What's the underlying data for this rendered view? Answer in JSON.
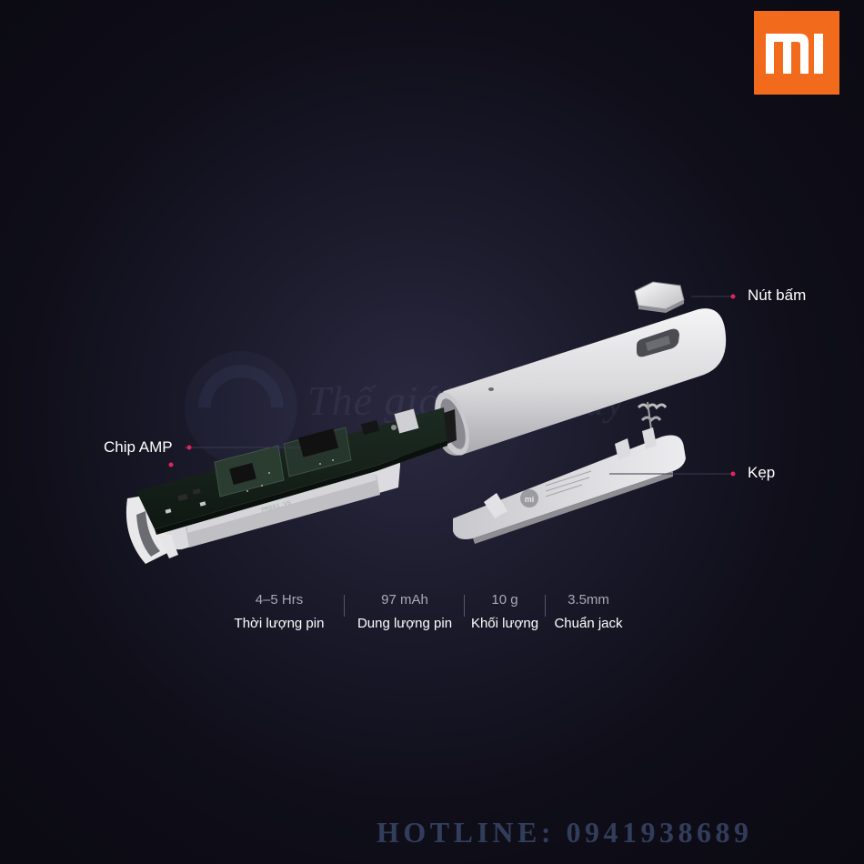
{
  "logo": {
    "text": "MI",
    "color": "#f26b1d"
  },
  "watermark": {
    "text": "Thế giới điện máy"
  },
  "callouts": {
    "chip": "Chip AMP",
    "button": "Nút bấm",
    "clip": "Kẹp"
  },
  "pcb": {
    "model": "PM001_V6"
  },
  "specs": [
    {
      "value": "4–5 Hrs",
      "label": "Thời lượng pin"
    },
    {
      "value": "97 mAh",
      "label": "Dung lượng pin"
    },
    {
      "value": "10 g",
      "label": "Khối lượng"
    },
    {
      "value": "3.5mm",
      "label": "Chuẩn jack"
    }
  ],
  "hotline": "HOTLINE: 0941938689",
  "colors": {
    "background": "#141322",
    "accent_pink": "#e0245e",
    "brand_orange": "#f26b1d"
  }
}
